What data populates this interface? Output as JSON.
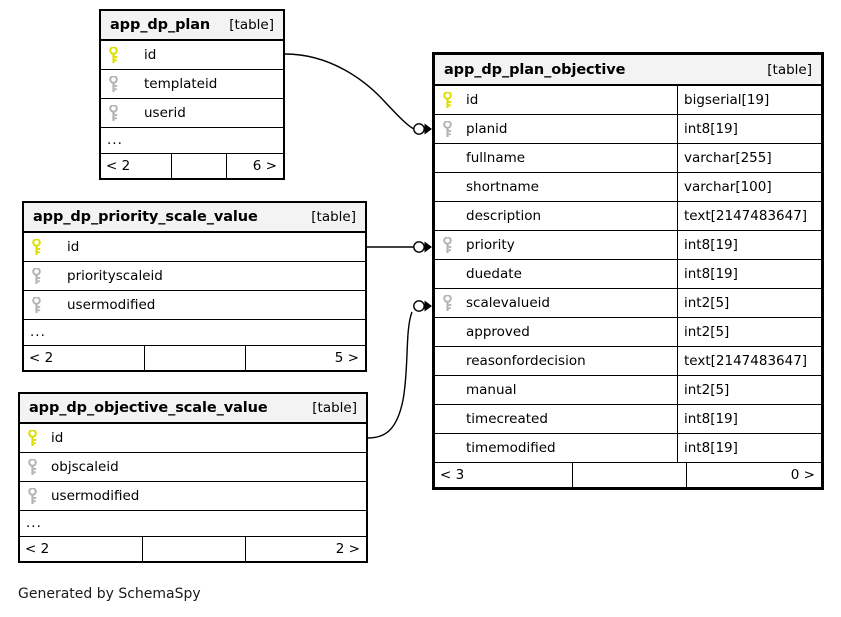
{
  "diagram": {
    "footnote": "Generated by SchemaSpy",
    "table_tag": "[table]",
    "ellipsis": "...",
    "colors": {
      "primary_key": "#e8e800",
      "foreign_key": "#b0b0b0",
      "header_background": "#f3f3f3",
      "border": "#000000",
      "background": "#ffffff"
    }
  },
  "tables": {
    "app_dp_plan": {
      "name": "app_dp_plan",
      "tag": "[table]",
      "columns": [
        {
          "name": "id",
          "key": "primary",
          "type": ""
        },
        {
          "name": "templateid",
          "key": "foreign",
          "type": ""
        },
        {
          "name": "userid",
          "key": "foreign",
          "type": ""
        }
      ],
      "ellipsis": "...",
      "footer": {
        "incoming": "< 2",
        "middle": "",
        "outgoing": "6 >"
      }
    },
    "app_dp_priority_scale_value": {
      "name": "app_dp_priority_scale_value",
      "tag": "[table]",
      "columns": [
        {
          "name": "id",
          "key": "primary",
          "type": ""
        },
        {
          "name": "priorityscaleid",
          "key": "foreign",
          "type": ""
        },
        {
          "name": "usermodified",
          "key": "foreign",
          "type": ""
        }
      ],
      "ellipsis": "...",
      "footer": {
        "incoming": "< 2",
        "middle": "",
        "outgoing": "5 >"
      }
    },
    "app_dp_objective_scale_value": {
      "name": "app_dp_objective_scale_value",
      "tag": "[table]",
      "columns": [
        {
          "name": "id",
          "key": "primary",
          "type": ""
        },
        {
          "name": "objscaleid",
          "key": "foreign",
          "type": ""
        },
        {
          "name": "usermodified",
          "key": "foreign",
          "type": ""
        }
      ],
      "ellipsis": "...",
      "footer": {
        "incoming": "< 2",
        "middle": "",
        "outgoing": "2 >"
      }
    },
    "app_dp_plan_objective": {
      "name": "app_dp_plan_objective",
      "tag": "[table]",
      "columns": [
        {
          "name": "id",
          "key": "primary",
          "type": "bigserial[19]"
        },
        {
          "name": "planid",
          "key": "foreign",
          "type": "int8[19]"
        },
        {
          "name": "fullname",
          "key": "none",
          "type": "varchar[255]"
        },
        {
          "name": "shortname",
          "key": "none",
          "type": "varchar[100]"
        },
        {
          "name": "description",
          "key": "none",
          "type": "text[2147483647]"
        },
        {
          "name": "priority",
          "key": "foreign",
          "type": "int8[19]"
        },
        {
          "name": "duedate",
          "key": "none",
          "type": "int8[19]"
        },
        {
          "name": "scalevalueid",
          "key": "foreign",
          "type": "int2[5]"
        },
        {
          "name": "approved",
          "key": "none",
          "type": "int2[5]"
        },
        {
          "name": "reasonfordecision",
          "key": "none",
          "type": "text[2147483647]"
        },
        {
          "name": "manual",
          "key": "none",
          "type": "int2[5]"
        },
        {
          "name": "timecreated",
          "key": "none",
          "type": "int8[19]"
        },
        {
          "name": "timemodified",
          "key": "none",
          "type": "int8[19]"
        }
      ],
      "footer": {
        "incoming": "< 3",
        "middle": "",
        "outgoing": "0 >"
      }
    }
  },
  "relationships": [
    {
      "from_table": "app_dp_plan",
      "from_column": "id",
      "to_table": "app_dp_plan_objective",
      "to_column": "planid",
      "optional": true
    },
    {
      "from_table": "app_dp_priority_scale_value",
      "from_column": "id",
      "to_table": "app_dp_plan_objective",
      "to_column": "priority",
      "optional": true
    },
    {
      "from_table": "app_dp_objective_scale_value",
      "from_column": "id",
      "to_table": "app_dp_plan_objective",
      "to_column": "scalevalueid",
      "optional": true
    }
  ]
}
